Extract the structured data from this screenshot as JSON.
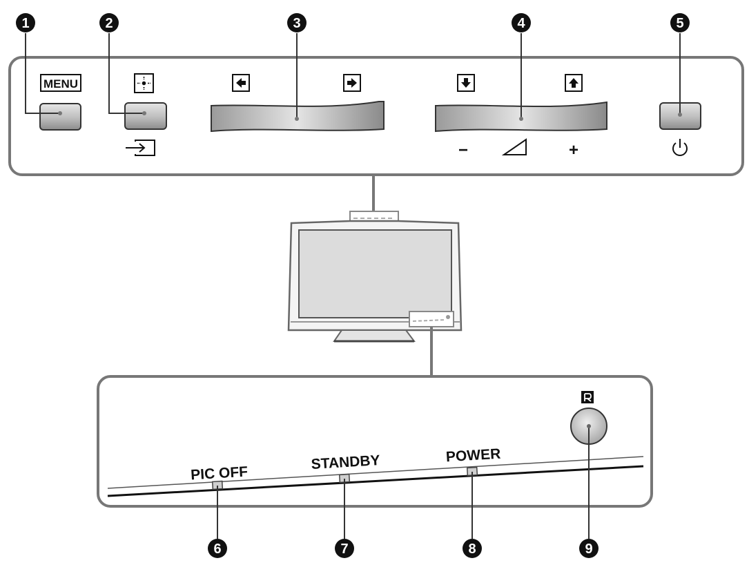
{
  "callouts": [
    "1",
    "2",
    "3",
    "4",
    "5",
    "6",
    "7",
    "8",
    "9"
  ],
  "top_panel": {
    "menu_label": "MENU",
    "volume_minus": "−",
    "volume_plus": "+"
  },
  "bottom_panel": {
    "pic_off_label": "PIC OFF",
    "standby_label": "STANDBY",
    "power_label": "POWER"
  },
  "icons": {
    "enter": "enter-icon",
    "input": "input-icon",
    "left_arrow": "left-arrow-icon",
    "right_arrow": "right-arrow-icon",
    "down_arrow": "down-arrow-icon",
    "up_arrow": "up-arrow-icon",
    "volume": "volume-icon",
    "power": "power-icon",
    "remote_sensor": "remote-sensor-icon"
  }
}
